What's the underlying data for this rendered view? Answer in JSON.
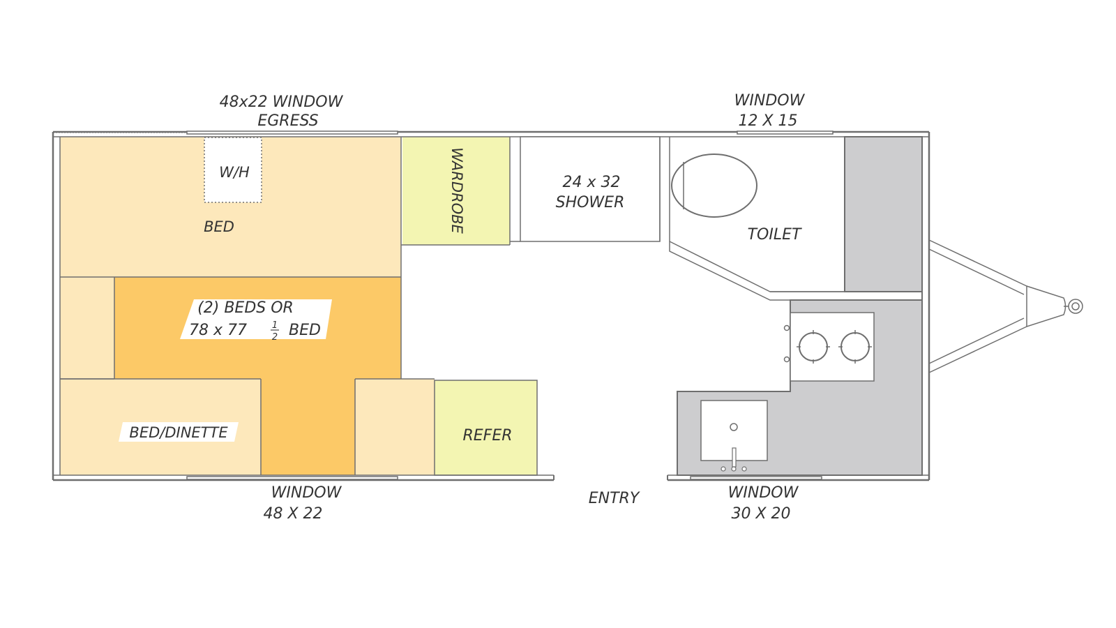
{
  "labels": {
    "egress_window_line1": "48x22 WINDOW",
    "egress_window_line2": "EGRESS",
    "top_window_line1": "WINDOW",
    "top_window_line2": "12 X 15",
    "water_heater": "W/H",
    "bed": "BED",
    "wardrobe": "WARDROBE",
    "shower_line1": "24 x 32",
    "shower_line2": "SHOWER",
    "toilet": "TOILET",
    "beds_option_line1": "(2) BEDS OR",
    "beds_option_line2": "78 x 77",
    "beds_option_fraction_num": "1",
    "beds_option_fraction_den": "2",
    "beds_option_suffix": "BED",
    "bed_dinette": "BED/DINETTE",
    "refer": "REFER",
    "bottom_left_window_line1": "WINDOW",
    "bottom_left_window_line2": "48 X 22",
    "entry": "ENTRY",
    "bottom_right_window_line1": "WINDOW",
    "bottom_right_window_line2": "30 X 20"
  },
  "colors": {
    "bed_area": "#fde8bb",
    "beds_option_area": "#fcc967",
    "wardrobe_area": "#f3f5b2",
    "refer_area": "#f3f5b2",
    "kitchen_counter": "#cdcdcf",
    "walls": "#6e6e6e"
  }
}
